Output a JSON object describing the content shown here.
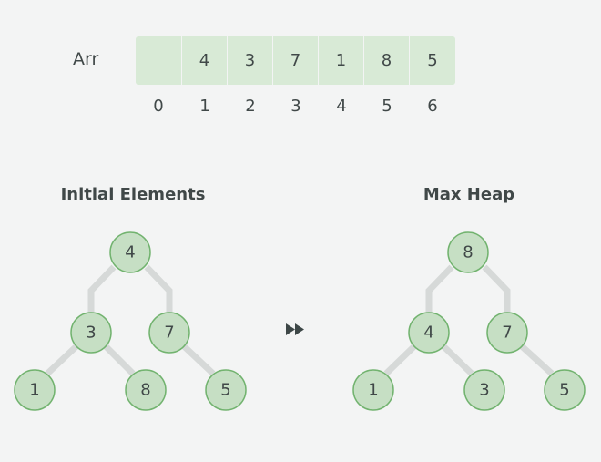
{
  "array": {
    "label": "Arr",
    "cells": [
      "",
      "4",
      "3",
      "7",
      "1",
      "8",
      "5"
    ],
    "indices": [
      "0",
      "1",
      "2",
      "3",
      "4",
      "5",
      "6"
    ]
  },
  "titles": {
    "left": "Initial Elements",
    "right": "Max Heap"
  },
  "arrow_icon": "fast-forward-icon",
  "trees": {
    "initial": {
      "root": "4",
      "left": "3",
      "right": "7",
      "left_left": "1",
      "left_right": "8",
      "right_right": "5"
    },
    "max_heap": {
      "root": "8",
      "left": "4",
      "right": "7",
      "left_left": "1",
      "left_right": "3",
      "right_right": "5"
    }
  },
  "colors": {
    "background": "#f3f4f4",
    "node_fill": "#c6dfc4",
    "node_stroke": "#72b36f",
    "edge": "#d6d9d8",
    "text": "#404848"
  }
}
